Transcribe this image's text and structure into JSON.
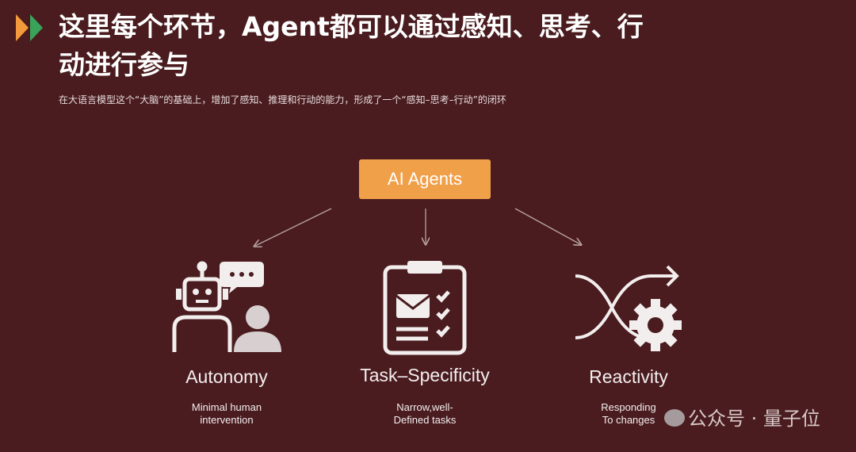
{
  "header": {
    "title": "这里每个环节，Agent都可以通过感知、思考、行动进行参与",
    "subtitle": "在大语言模型这个“大脑”的基础上，增加了感知、推理和行动的能力，形成了一个“感知–思考–行动”的闭环"
  },
  "diagram": {
    "root": "AI Agents",
    "nodes": [
      {
        "label": "Autonomy",
        "desc1": "Minimal human",
        "desc2": "intervention",
        "icon": "robot-person-chat-icon"
      },
      {
        "label": "Task–Specificity",
        "desc1": "Narrow,well-",
        "desc2": "Defined tasks",
        "icon": "clipboard-checklist-icon"
      },
      {
        "label": "Reactivity",
        "desc1": "Responding",
        "desc2": "To changes",
        "icon": "shuffle-gear-icon"
      }
    ]
  },
  "watermark": "公众号 · 量子位",
  "colors": {
    "background": "#4a1c1f",
    "accent": "#f1a04a",
    "logo_orange": "#f39a3c",
    "logo_green": "#3aa35a"
  }
}
